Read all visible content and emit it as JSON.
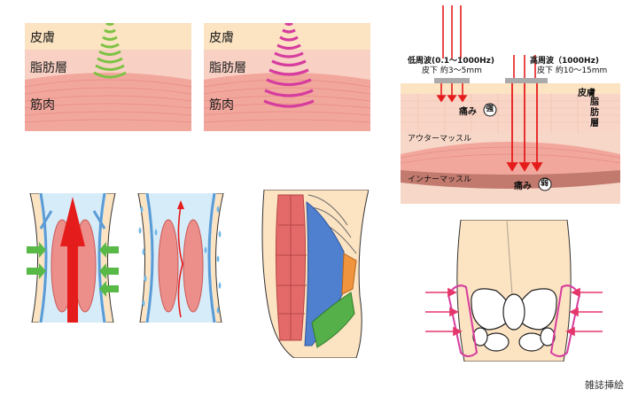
{
  "panel1": {
    "skin": "皮膚",
    "fat": "脂肪層",
    "muscle": "筋肉"
  },
  "panel2": {
    "skin": "皮膚",
    "fat": "脂肪層",
    "muscle": "筋肉"
  },
  "diagram3": {
    "low_freq_line1": "低周波(0.1〜1000Hz)",
    "low_freq_line2": "皮下 約3〜5mm",
    "high_freq_line1": "高周波（1000Hz)",
    "high_freq_line2": "皮下 約10〜15mm",
    "skin": "皮膚",
    "fat": "脂肪層",
    "outer_muscle": "アウターマッスル",
    "inner_muscle": "インナーマッスル",
    "pain_strong_prefix": "痛み",
    "pain_strong_circle": "強",
    "pain_weak_prefix": "痛み",
    "pain_weak_circle": "弱"
  },
  "footer": "雑誌挿絵",
  "colors": {
    "skin": "#fce3c2",
    "fat": "#f8d1c4",
    "muscle": "#f4b0a6",
    "green_wave": "#7cc243",
    "magenta_wave": "#d63d9e",
    "red_arrow": "#e51c1c"
  }
}
